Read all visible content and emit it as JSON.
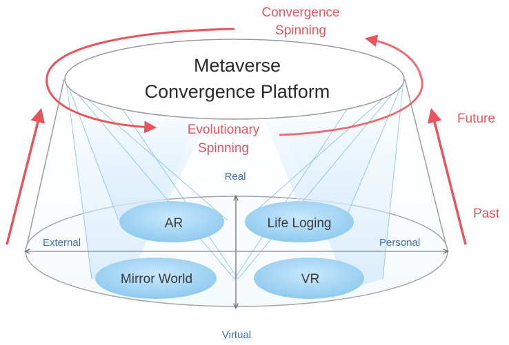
{
  "platform": {
    "line1": "Metaverse",
    "line2": "Convergence Platform"
  },
  "spins": {
    "convergence": [
      "Convergence",
      "Spinning"
    ],
    "evolutionary": [
      "Evolutionary",
      "Spinning"
    ]
  },
  "time": {
    "future": "Future",
    "past": "Past"
  },
  "axes": {
    "top": "Real",
    "bottom": "Virtual",
    "left": "External",
    "right": "Personal"
  },
  "quadrants": {
    "ar": "AR",
    "life_logging": "Life Loging",
    "mirror_world": "Mirror World",
    "vr": "VR"
  },
  "colors": {
    "accent_red": "#e8545c",
    "axis_blue": "#3b6db3",
    "ellipse_blue": "#9fd2f3"
  }
}
